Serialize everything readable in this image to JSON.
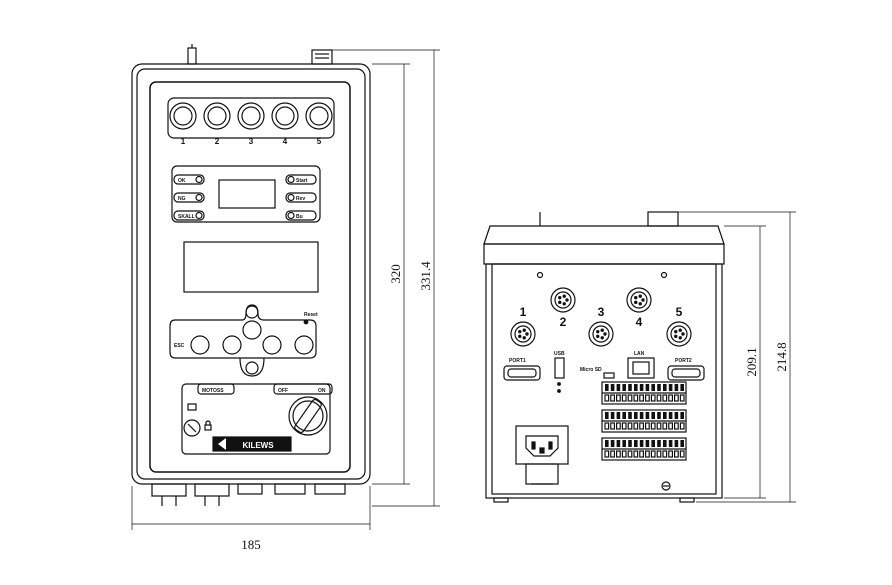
{
  "dimensions": {
    "front_width": "185",
    "height_inner": "320",
    "height_outer": "331.4",
    "rear_height_inner": "209.1",
    "rear_height_outer": "214.8"
  },
  "front_panel": {
    "port_numbers": [
      "1",
      "2",
      "3",
      "4",
      "5"
    ],
    "left_buttons": [
      "OK",
      "NG",
      "SKALL"
    ],
    "right_buttons": [
      "Start",
      "Rev",
      "Bu"
    ],
    "nav_reset": "Reset",
    "nav_esc": "ESC",
    "motor_label": "MOTOSS",
    "switch_label": "OFF",
    "switch_on": "ON",
    "brand": "KILEWS"
  },
  "rear_panel": {
    "port_numbers": [
      "1",
      "2",
      "3",
      "4",
      "5"
    ],
    "com1": "PORT1",
    "usb": "USB",
    "micro_sd": "Micro SD",
    "lan": "LAN",
    "com2": "PORT2"
  },
  "colors": {
    "line": "#111111",
    "background": "#ffffff"
  }
}
